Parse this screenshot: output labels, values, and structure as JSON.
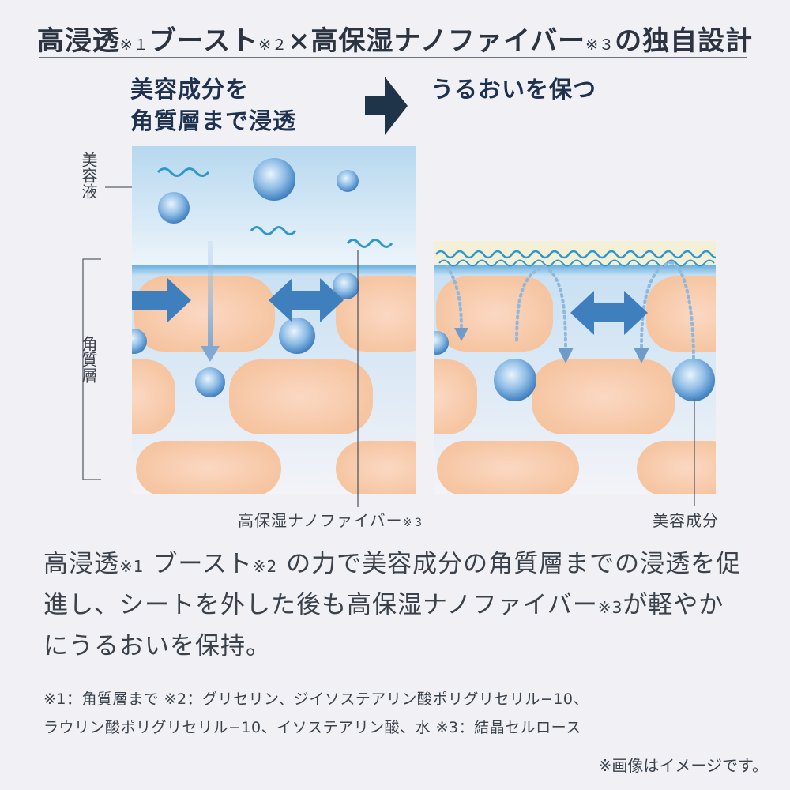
{
  "title": {
    "part1": "高浸透",
    "note1": "※１",
    "part2": "ブースト",
    "note2": "※２",
    "part3": "×高保湿ナノファイバー",
    "note3": "※３",
    "part4": "の独自設計"
  },
  "headline_left": {
    "line1": "美容成分を",
    "line2": "角質層まで浸透"
  },
  "headline_right": "うるおいを保つ",
  "labels": {
    "essence": "美容液",
    "stratum": "角質層",
    "fiber": "高保湿ナノファイバー",
    "fiber_note": "※３",
    "ingredient": "美容成分"
  },
  "body": {
    "seg1": "高浸透",
    "note1": "※1",
    "seg2": " ブースト",
    "note2": "※2",
    "seg3": " の力で美容成分の角質層までの浸透を促進し、シートを外した後も高保湿ナノファイバー",
    "note3": "※3",
    "seg4": "が軽やかにうるおいを保持。"
  },
  "footnotes": {
    "line1": "※1：角質層まで ※2：グリセリン、ジイソステアリン酸ポリグリセリル−10、",
    "line2": "ラウリン酸ポリグリセリル−10、イソステアリン酸、水 ※3：結晶セルロース"
  },
  "disclaimer": "※画像はイメージです。",
  "colors": {
    "background": "#f1f1f5",
    "headline": "#1e3250",
    "arrow_dark": "#1f3448",
    "arrow_blue": "#3f7fbd",
    "cell": "#f6c49f",
    "droplet": "#5f99d4",
    "fiber": "#2f97c9",
    "essence_top": "#b9d9ef",
    "fiber_layer": "#f4f0d8"
  }
}
